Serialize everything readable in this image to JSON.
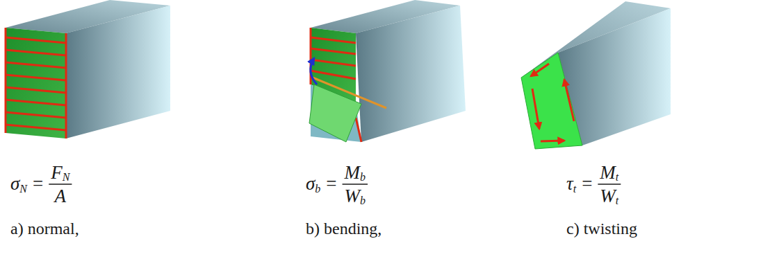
{
  "diagram": {
    "labels": [
      "σ",
      "N",
      "=",
      "F",
      "N",
      "A",
      "σ",
      "b",
      "=",
      "M",
      "b",
      "W",
      "b",
      "τ",
      "t",
      "=",
      "M",
      "t",
      "W",
      "t",
      "a) normal,",
      "b) bending,",
      "c) twisting"
    ]
  }
}
